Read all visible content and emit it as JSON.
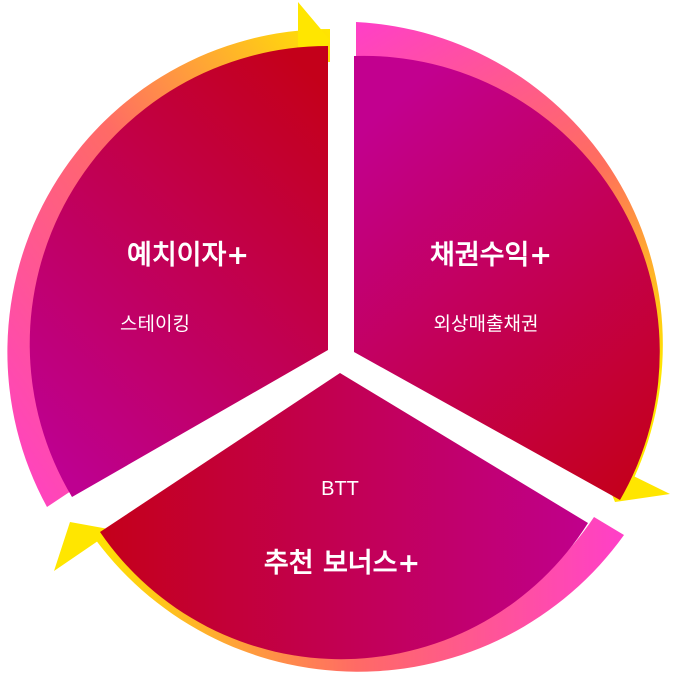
{
  "segments": [
    {
      "title": "예치이자+",
      "subtitle": "스테이킹"
    },
    {
      "title": "채권수익+",
      "subtitle": "외상매출채권"
    },
    {
      "title": "추천 보너스+",
      "subtitle": "BTT"
    }
  ],
  "colors": {
    "magenta": "#C2008F",
    "crimson": "#C4001A",
    "ring_pink": "#FF3FC8",
    "ring_orange": "#FF7A4A",
    "ring_yellow": "#FFE600"
  }
}
